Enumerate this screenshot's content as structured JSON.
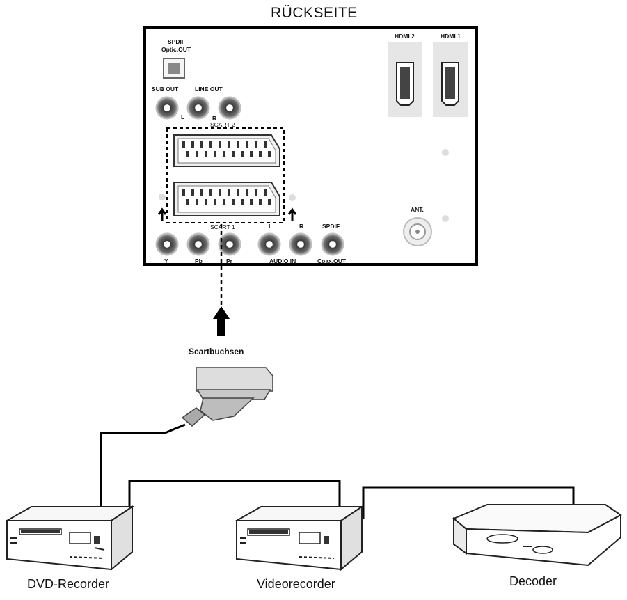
{
  "title": "RÜCKSEITE",
  "ports": {
    "hdmi2": "HDMI 2",
    "hdmi1": "HDMI 1",
    "spdif_optical_line1": "SPDIF",
    "spdif_optical_line2": "Optic.OUT",
    "sub_out": "SUB OUT",
    "line_out": "LINE OUT",
    "line_l": "L",
    "line_r": "R",
    "scart2": "SCART 2",
    "scart1": "SCART 1",
    "ant": "ANT.",
    "y": "Y",
    "pb": "Pb",
    "pr": "Pr",
    "audio_l": "L",
    "audio_r": "R",
    "audio_in": "AUDIO IN",
    "spdif_coax_line1": "SPDIF",
    "spdif_coax_line2": "Coax.OUT"
  },
  "connector_label": "Scartbuchsen",
  "devices": [
    {
      "name": "DVD-Recorder"
    },
    {
      "name": "Videorecorder"
    },
    {
      "name": "Decoder"
    }
  ],
  "colors": {
    "panel_border": "#000000",
    "hdmi_bg": "#e6e6e6",
    "jack": "#5a5a5a"
  }
}
